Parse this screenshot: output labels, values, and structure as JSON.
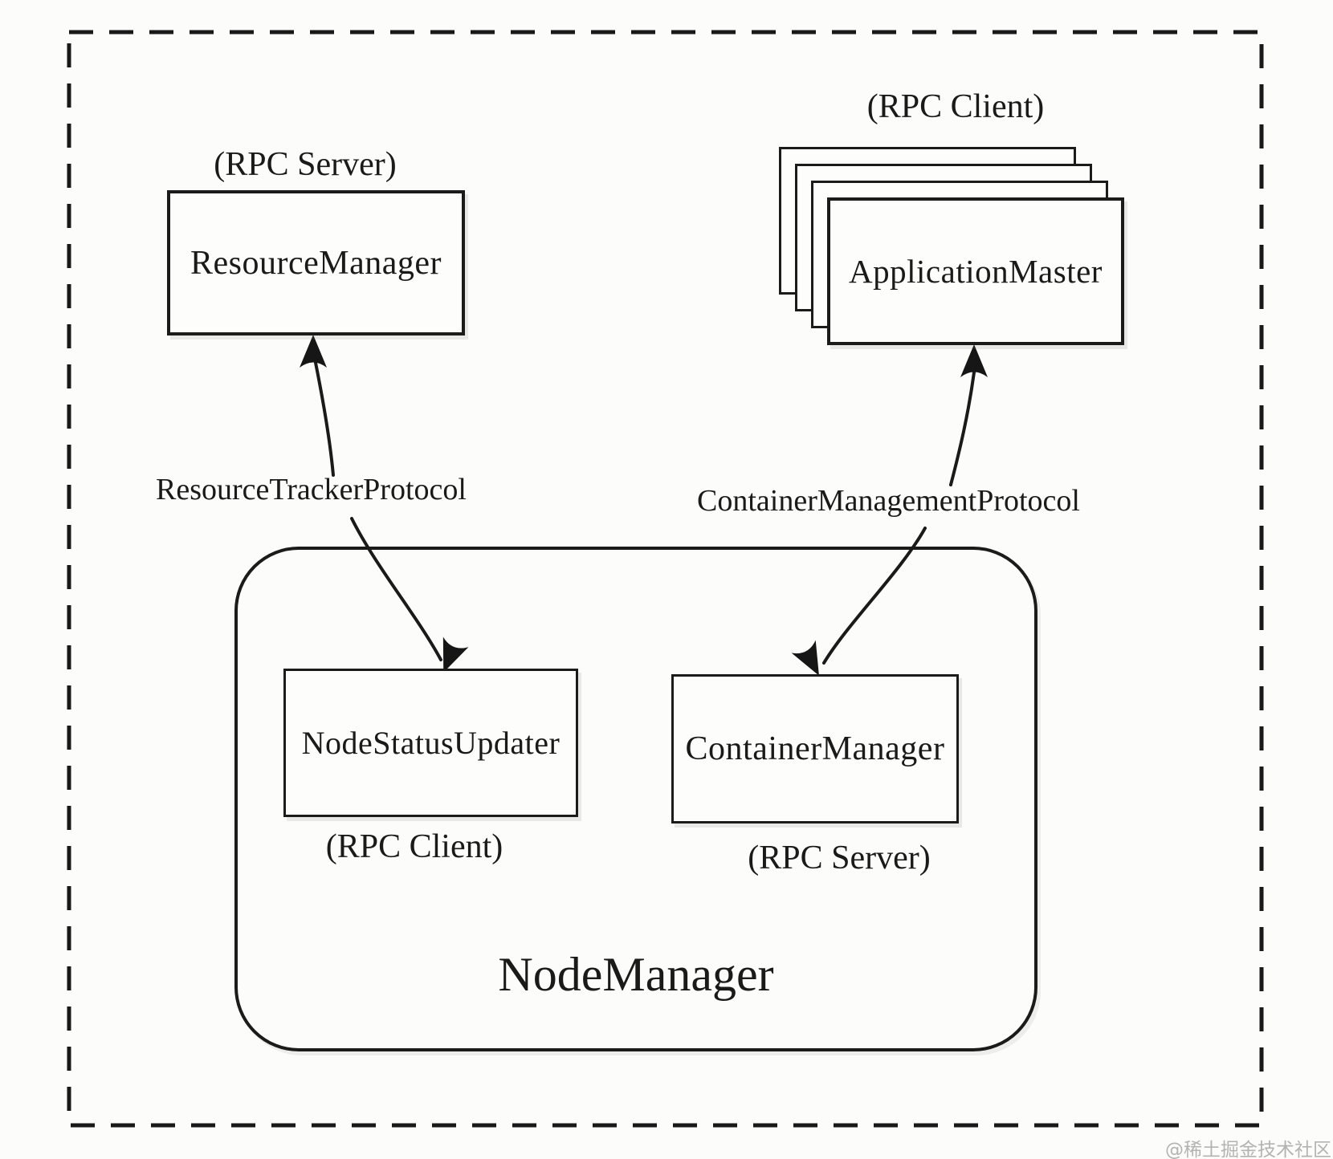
{
  "diagram": {
    "resource_manager": {
      "label": "ResourceManager",
      "role": "(RPC Server)"
    },
    "application_master": {
      "label": "ApplicationMaster",
      "role": "(RPC Client)"
    },
    "node_status_updater": {
      "label": "NodeStatusUpdater",
      "role": "(RPC Client)"
    },
    "container_manager": {
      "label": "ContainerManager",
      "role": "(RPC Server)"
    },
    "node_manager": {
      "label": "NodeManager"
    },
    "protocols": {
      "resource_tracker": {
        "label": "ResourceTrackerProtocol"
      },
      "container_management": {
        "label": "ContainerManagementProtocol"
      }
    },
    "watermark": {
      "label": "@稀土掘金技术社区"
    },
    "colors": {
      "ink": "#1a1a1a",
      "paper": "#fcfcfa",
      "watermark": "#b3b3b3"
    }
  }
}
